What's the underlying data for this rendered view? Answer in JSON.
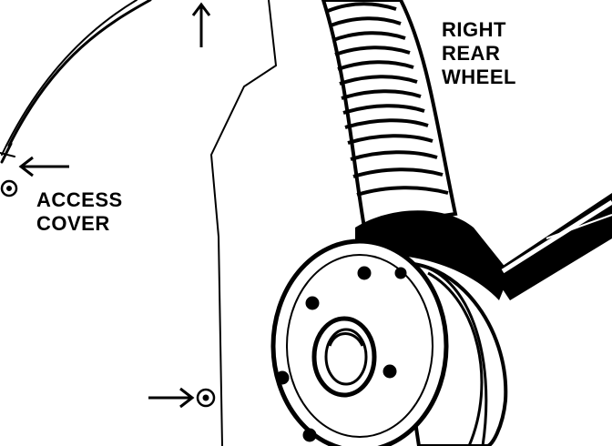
{
  "labels": {
    "wheel": [
      "RIGHT",
      "REAR",
      "WHEEL"
    ],
    "cover": [
      "ACCESS",
      "COVER"
    ]
  },
  "colors": {
    "ink": "#000000",
    "paper": "#ffffff"
  },
  "icons": [
    "arrow-up-icon",
    "arrow-left-icon",
    "arrow-right-icon",
    "screw-icon",
    "screw-icon"
  ]
}
